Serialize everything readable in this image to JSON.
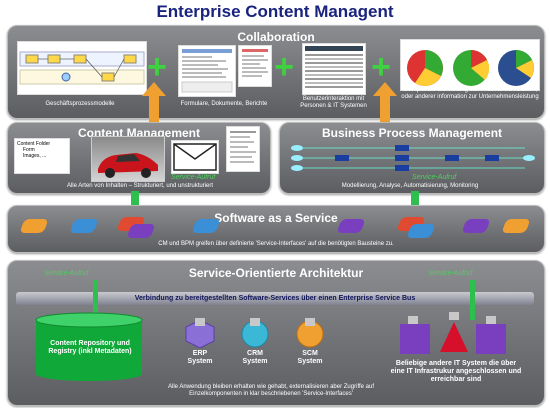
{
  "title": "Enterprise Content Managent",
  "collaboration": {
    "title": "Collaboration",
    "captions": [
      "Geschäftsprozessmodelle",
      "Formulare, Dokumente, Berichte",
      "Benutzerinteraktion mit Personen & IT Systemen",
      "Cockpits zur Darstellung von Prozess-kennzahlen, oder anderer information zur Unternehmensleistung"
    ]
  },
  "content_management": {
    "title": "Content Management",
    "folder_title": "Content Folder",
    "folder_items": [
      "Form",
      "Images, ..."
    ],
    "caption": "Alle Arten von Inhalten – Strukturiert, und unstrukturiert",
    "service_label": "Service-Aufruf"
  },
  "bpm": {
    "title": "Business Process Management",
    "caption": "Modellierung, Analyse, Automatisierung, Monitoring",
    "service_label": "Service-Aufruf"
  },
  "saas": {
    "title": "Software as a Service",
    "caption": "CM und BPM greifen über definierte 'Service-Interfaces' auf die benötigten Bausteine zu.",
    "colors": [
      "#f0a030",
      "#3a8fd6",
      "#e04a30",
      "#7a3fbf",
      "#3a8fd6",
      "#7a3fbf",
      "#e04a30",
      "#3a8fd6",
      "#7a3fbf",
      "#f0a030"
    ]
  },
  "soa": {
    "title": "Service-Orientierte Architektur",
    "bus_label": "Verbindung zu bereitgestellten Software-Services über einen Enterprise Service Bus",
    "service_labels": [
      "Service-Aufruf",
      "Service-Aufruf"
    ],
    "repository_label": "Content Repository und Registry (inkl Metadaten)",
    "systems": [
      {
        "label": "ERP System",
        "color": "#8a6fd6"
      },
      {
        "label": "CRM System",
        "color": "#3ab8d6"
      },
      {
        "label": "SCM System",
        "color": "#f0a030"
      }
    ],
    "other_label": "Beliebige andere IT System die über eine IT Infrastrukur angeschlossen und erreichbar sind",
    "footer": "Alle Anwendung bleiben erhalten wie gehabt, externalisieren aber Zugriffe auf Einzelkomponenten in klar beschriebenen 'Service-Interfaces'"
  }
}
